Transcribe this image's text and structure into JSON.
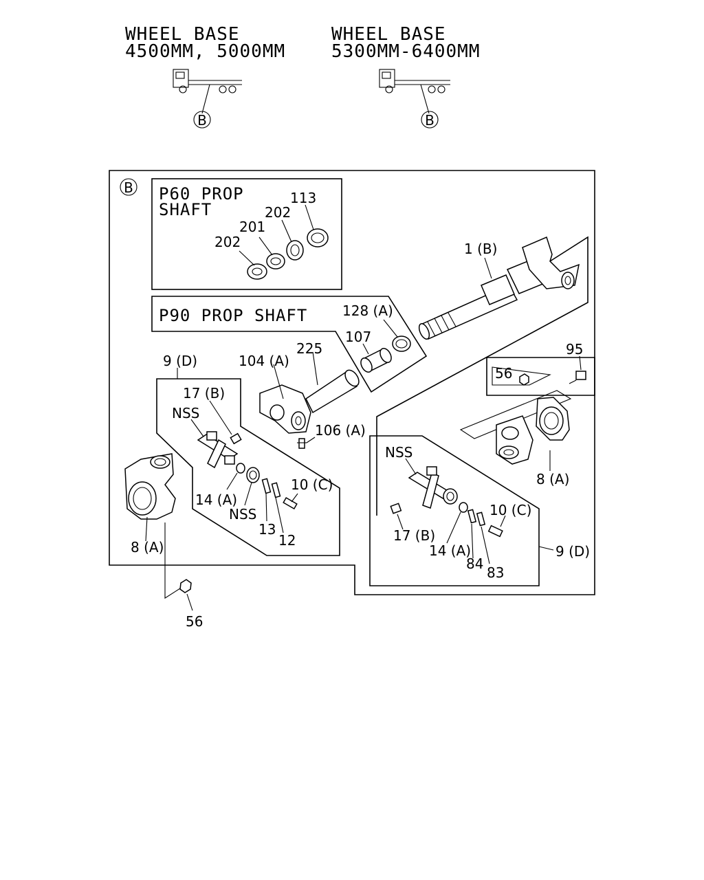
{
  "header": {
    "left": {
      "line1": "WHEEL BASE",
      "line2": "4500MM, 5000MM",
      "callout": "B"
    },
    "right": {
      "line1": "WHEEL BASE",
      "line2": "5300MM-6400MM",
      "callout": "B"
    }
  },
  "detail": {
    "marker": "B",
    "p60": {
      "line1": "P60 PROP",
      "line2": "SHAFT",
      "labels": {
        "seal_113": "113",
        "washer_202_top": "202",
        "washer_201": "201",
        "washer_202_bottom": "202"
      }
    },
    "p90": {
      "title": "P90 PROP SHAFT",
      "labels": {
        "ring_128": "128 (A)",
        "bushing_107": "107"
      }
    },
    "labels": {
      "shaft_1b": "1 (B)",
      "tube_225": "225",
      "yoke_104a": "104 (A)",
      "fitting_106a": "106 (A)",
      "kit_left_9d": "9 (D)",
      "fitting_left_17b": "17 (B)",
      "nss_left_top": "NSS",
      "washer_left_14a": "14 (A)",
      "nss_left_bottom": "NSS",
      "plate_left_13": "13",
      "plate_left_12": "12",
      "bolt_left_10c": "10 (C)",
      "flange_left_8a": "8 (A)",
      "nut_bottom_56": "56",
      "nut_right_56": "56",
      "bolt_right_95": "95",
      "flange_right_8a": "8 (A)",
      "nss_right": "NSS",
      "fitting_right_17b": "17 (B)",
      "washer_right_14a": "14 (A)",
      "plate_right_84": "84",
      "plate_right_83": "83",
      "bolt_right_10c": "10 (C)",
      "kit_right_9d": "9 (D)"
    }
  }
}
